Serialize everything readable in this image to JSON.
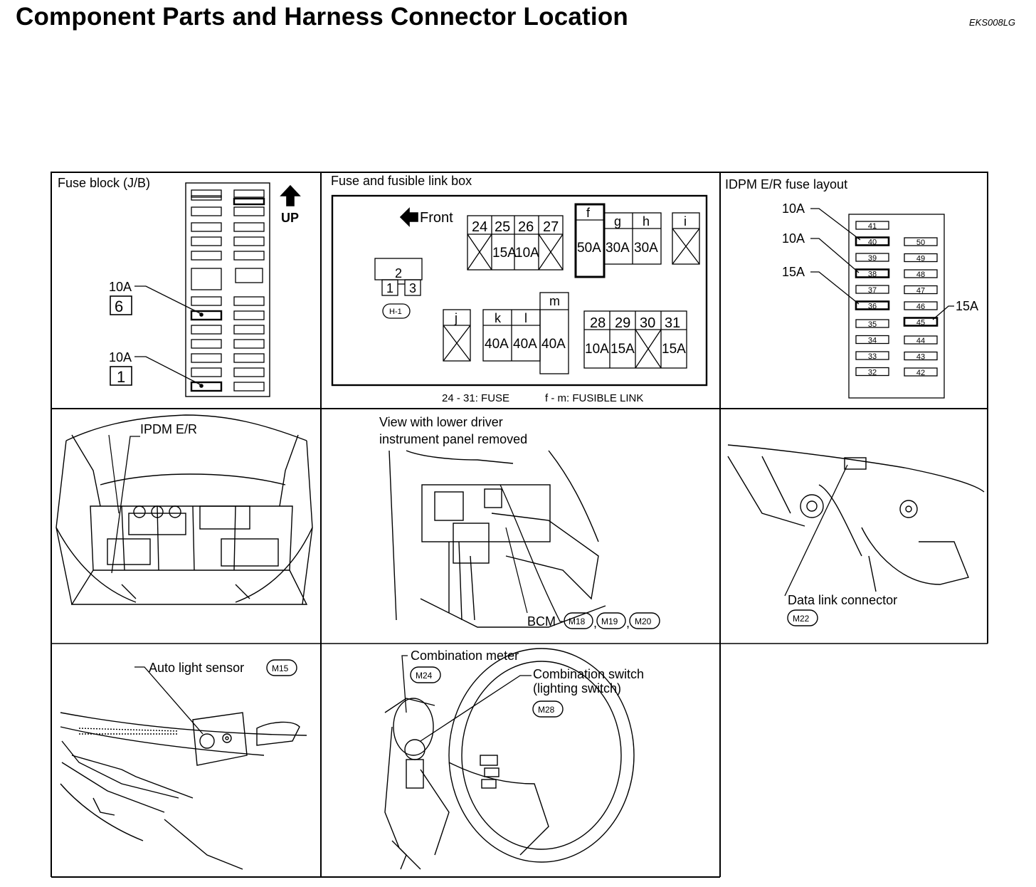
{
  "page": {
    "title": "Component Parts and Harness Connector Location",
    "code": "EKS008LG"
  },
  "panels": {
    "fuse_block": {
      "title": "Fuse block (J/B)",
      "up": "UP",
      "callouts": [
        {
          "amp": "10A",
          "num": "6"
        },
        {
          "amp": "10A",
          "num": "1"
        }
      ]
    },
    "fusible_link_box": {
      "title": "Fuse and fusible link box",
      "front": "Front",
      "relay": {
        "top": "2",
        "left": "1",
        "right": "3",
        "connector": "H-1"
      },
      "fuses_top": [
        {
          "id": "24",
          "amp": ""
        },
        {
          "id": "25",
          "amp": "15A"
        },
        {
          "id": "26",
          "amp": "10A"
        },
        {
          "id": "27",
          "amp": ""
        }
      ],
      "links_top": [
        {
          "id": "f",
          "amp": "50A"
        },
        {
          "id": "g",
          "amp": "30A"
        },
        {
          "id": "h",
          "amp": "30A"
        },
        {
          "id": "i",
          "amp": ""
        }
      ],
      "links_bottom": [
        {
          "id": "j",
          "amp": ""
        },
        {
          "id": "k",
          "amp": "40A"
        },
        {
          "id": "l",
          "amp": "40A"
        },
        {
          "id": "m",
          "amp": "40A"
        }
      ],
      "fuses_bottom": [
        {
          "id": "28",
          "amp": "10A"
        },
        {
          "id": "29",
          "amp": "15A"
        },
        {
          "id": "30",
          "amp": ""
        },
        {
          "id": "31",
          "amp": "15A"
        }
      ],
      "legend_fuse": "24 - 31: FUSE",
      "legend_link": "f - m: FUSIBLE LINK"
    },
    "ipdm_layout": {
      "title": "IDPM E/R fuse layout",
      "left_column": [
        "41",
        "40",
        "39",
        "38",
        "37",
        "36",
        "35",
        "34",
        "33",
        "32"
      ],
      "right_column": [
        "50",
        "49",
        "48",
        "47",
        "46",
        "45",
        "44",
        "43",
        "42"
      ],
      "callouts": [
        {
          "amp": "10A",
          "fuse": "40"
        },
        {
          "amp": "10A",
          "fuse": "38"
        },
        {
          "amp": "15A",
          "fuse": "36"
        },
        {
          "amp": "15A",
          "fuse": "45"
        }
      ]
    },
    "engine_room": {
      "label": "IPDM E/R"
    },
    "instrument_panel": {
      "caption_line1": "View with lower driver",
      "caption_line2": "instrument panel removed",
      "label": "BCM",
      "connectors": [
        "M18",
        "M19",
        "M20"
      ]
    },
    "data_link": {
      "label": "Data link connector",
      "connector": "M22"
    },
    "auto_light": {
      "label": "Auto light sensor",
      "connector": "M15"
    },
    "steering": {
      "meter_label": "Combination meter",
      "meter_connector": "M24",
      "switch_label1": "Combination switch",
      "switch_label2": "(lighting switch)",
      "switch_connector": "M28"
    }
  }
}
